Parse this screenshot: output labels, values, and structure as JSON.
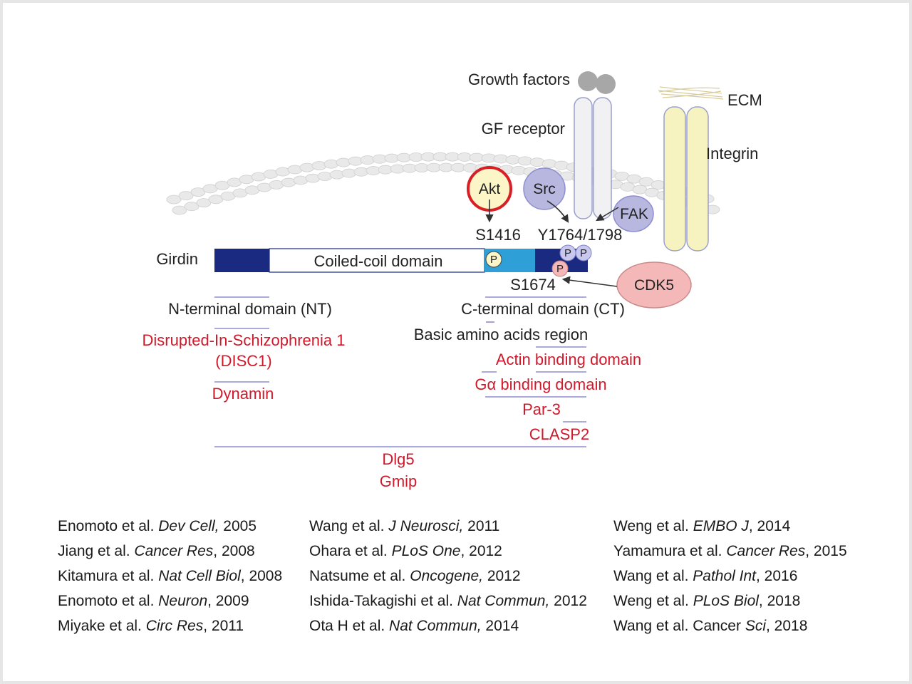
{
  "labels": {
    "growth_factors": "Growth factors",
    "gf_receptor": "GF receptor",
    "ecm": "ECM",
    "integrin": "Integrin",
    "akt": "Akt",
    "src": "Src",
    "fak": "FAK",
    "cdk5": "CDK5",
    "s1416": "S1416",
    "y1764": "Y1764/1798",
    "s1674": "S1674",
    "girdin": "Girdin",
    "coiled_coil": "Coiled-coil domain",
    "p": "P"
  },
  "regions": {
    "nt": "N-terminal domain (NT)",
    "ct": "C-terminal domain (CT)",
    "basic": "Basic amino acids region"
  },
  "binders": {
    "disc1_line1": "Disrupted-In-Schizophrenia 1",
    "disc1_line2": "(DISC1)",
    "dynamin": "Dynamin",
    "actin": "Actin binding domain",
    "galpha": "Gα binding domain",
    "par3": "Par-3",
    "clasp2": "CLASP2",
    "dlg5": "Dlg5",
    "gmip": "Gmip"
  },
  "colors": {
    "binder_red": "#d0192b",
    "domain_navy": "#1a2a80",
    "domain_cyan": "#2f9fd8",
    "membrane_lipid": "#e9e9e9",
    "kinase_purple": "#b7b7e0",
    "akt_fill": "#fbf5c8",
    "akt_ring": "#d81f26",
    "cdk5_fill": "#f5b8b8",
    "integrin_fill": "#f7f3c0",
    "receptor_fill": "#f1f1f4",
    "line_purple": "#8e8ed0"
  },
  "references": {
    "col1": [
      {
        "author": "Enomoto et al. ",
        "journal": "Dev Cell,",
        "year": " 2005"
      },
      {
        "author": "Jiang et al. ",
        "journal": "Cancer Res",
        "year": ", 2008"
      },
      {
        "author": "Kitamura et al. ",
        "journal": "Nat Cell Biol",
        "year": ", 2008"
      },
      {
        "author": "Enomoto et al. ",
        "journal": "Neuron",
        "year": ", 2009"
      },
      {
        "author": "Miyake et al. ",
        "journal": "Circ Res",
        "year": ", 2011"
      }
    ],
    "col2": [
      {
        "author": "Wang et al. ",
        "journal": "J Neurosci,",
        "year": " 2011"
      },
      {
        "author": "Ohara et al. ",
        "journal": "PLoS One",
        "year": ", 2012"
      },
      {
        "author": "Natsume et al. ",
        "journal": "Oncogene,",
        "year": " 2012"
      },
      {
        "author": "Ishida-Takagishi et al. ",
        "journal": "Nat Commun,",
        "year": " 2012"
      },
      {
        "author": "Ota H et al. ",
        "journal": "Nat Commun,",
        "year": " 2014"
      }
    ],
    "col3": [
      {
        "author": "Weng et al. ",
        "journal": "EMBO J",
        "year": ", 2014"
      },
      {
        "author": "Yamamura et al. ",
        "journal": "Cancer Res",
        "year": ", 2015"
      },
      {
        "author": "Wang et al. ",
        "journal": "Pathol Int",
        "year": ", 2016"
      },
      {
        "author": "Weng et al. ",
        "journal": "PLoS Biol",
        "year": ", 2018"
      },
      {
        "author": "Wang et al. Cancer ",
        "journal": "Sci",
        "year": ", 2018"
      }
    ]
  }
}
